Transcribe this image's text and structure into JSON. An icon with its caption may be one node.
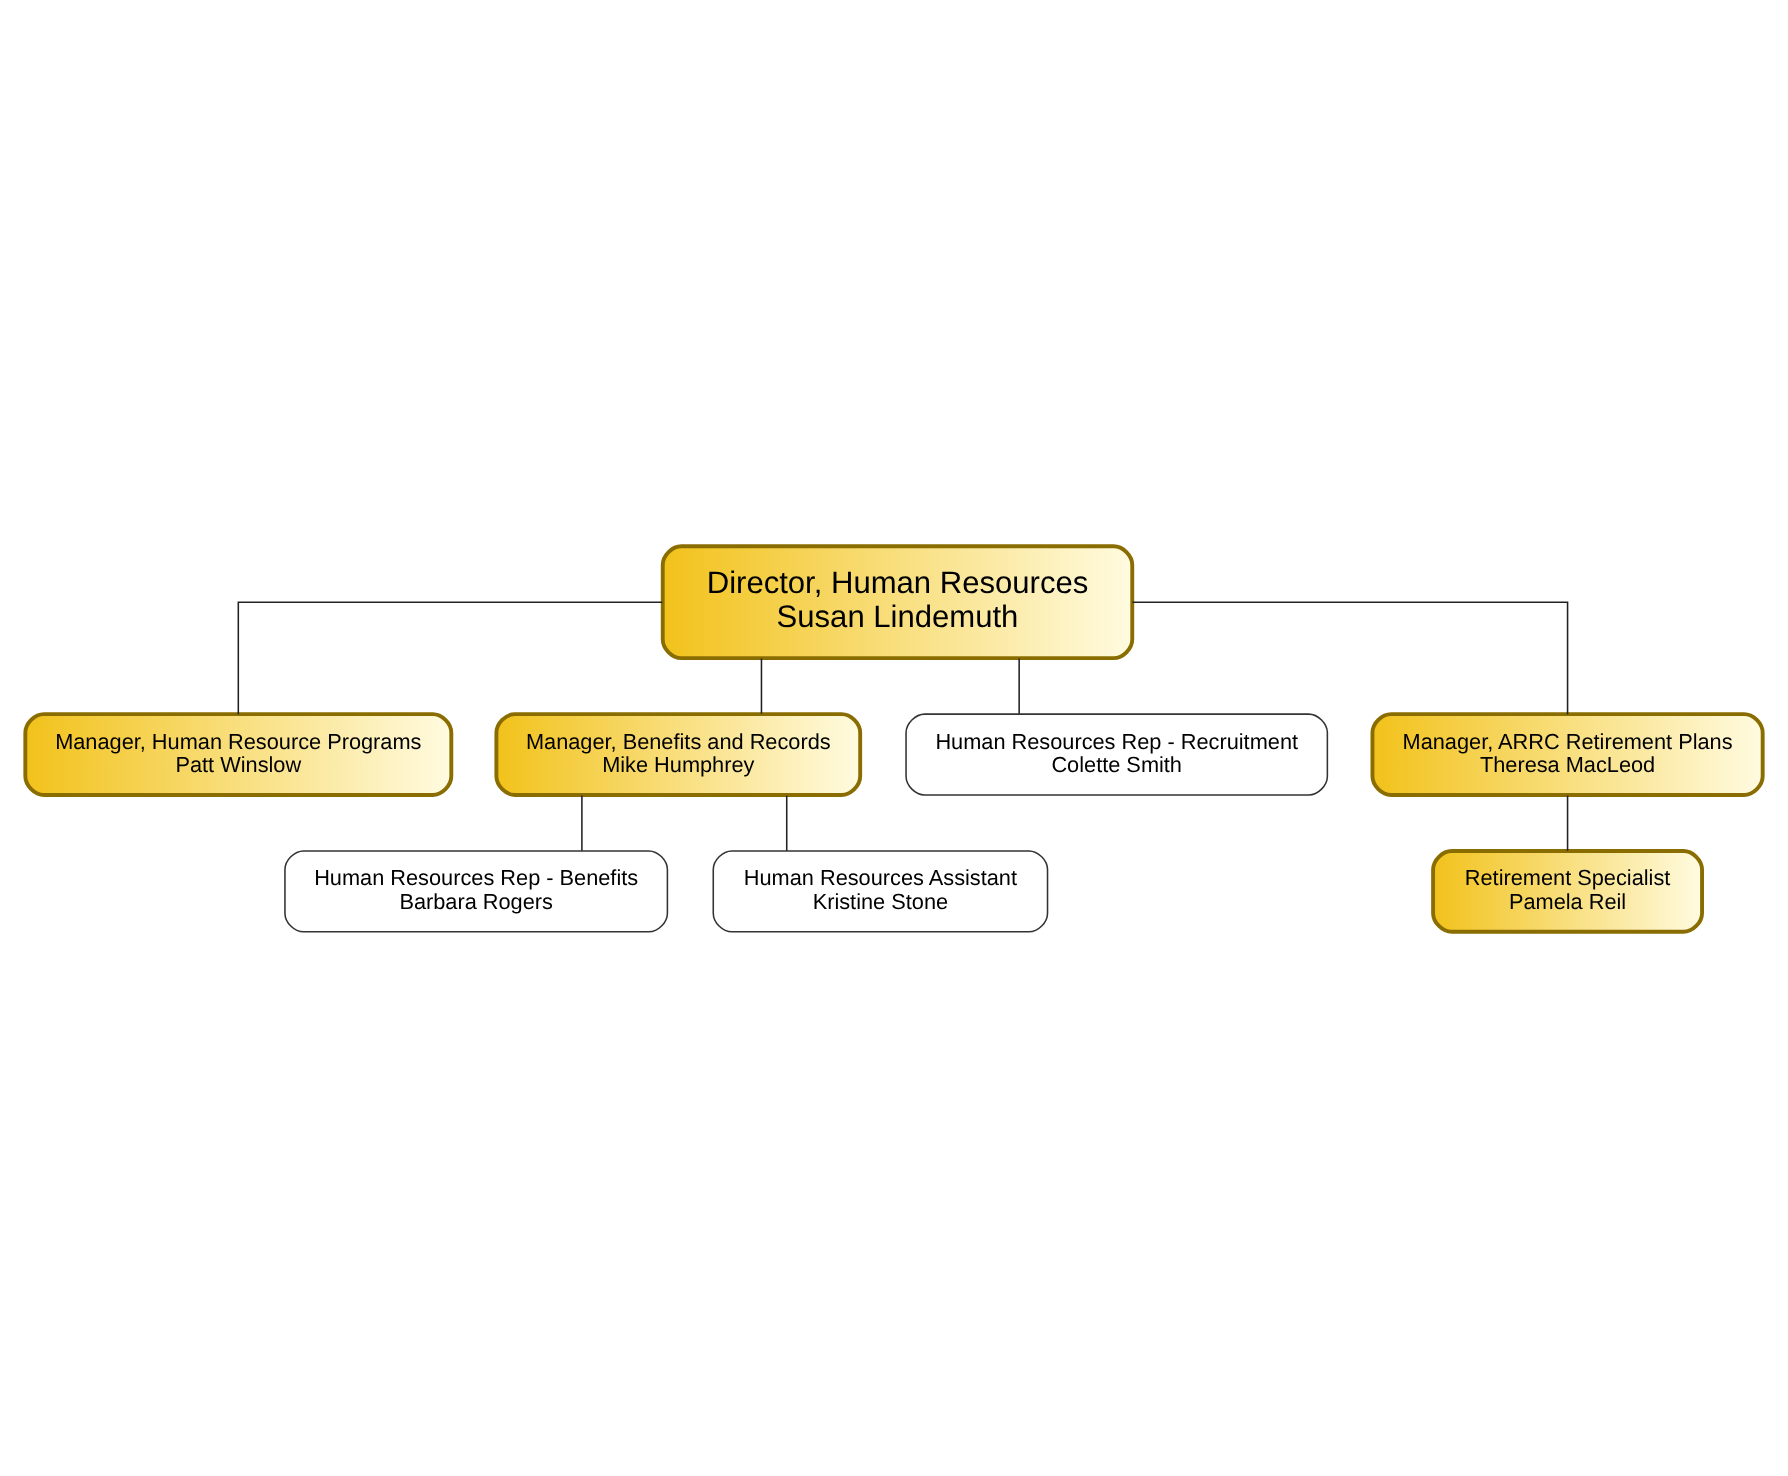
{
  "diagram": {
    "nodes": [
      {
        "text": [
          "Director, Human Resources",
          "Susan Lindemuth"
        ]
      },
      {
        "text": [
          "Manager, Human Resource Programs",
          "Patt Winslow"
        ]
      },
      {
        "text": [
          "Manager, Benefits and Records",
          "Mike Humphrey"
        ]
      },
      {
        "text": [
          "Human Resources Rep - Recruitment",
          "Colette Smith"
        ]
      },
      {
        "text": [
          "Manager, ARRC Retirement Plans",
          "Theresa MacLeod"
        ]
      },
      {
        "text": [
          "Retirement Specialist",
          "Pamela Reil"
        ]
      },
      {
        "text": [
          "Human Resources Rep - Benefits",
          "Barbara Rogers"
        ]
      },
      {
        "text": [
          "Human Resources Assistant",
          "Kristine Stone"
        ]
      }
    ],
    "edges": [
      {
        "from": 0,
        "to": 1,
        "arrow": "none"
      },
      {
        "from": 0,
        "to": 2,
        "arrow": "none"
      },
      {
        "from": 0,
        "to": 3,
        "arrow": "none"
      },
      {
        "from": 0,
        "to": 4,
        "arrow": "none"
      },
      {
        "from": 4,
        "to": 5,
        "arrow": "none"
      },
      {
        "from": 2,
        "to": 6,
        "arrow": "none"
      },
      {
        "from": 2,
        "to": 7,
        "arrow": "none"
      }
    ]
  }
}
